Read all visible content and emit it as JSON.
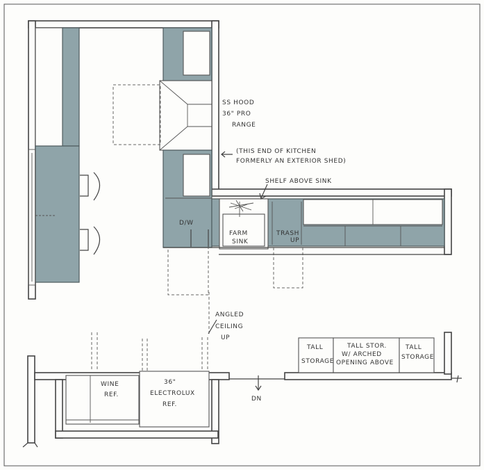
{
  "labels": {
    "hood_1": "SS HOOD",
    "hood_2": "36\" PRO",
    "hood_3": "RANGE",
    "note_1": "(THIS END OF KITCHEN",
    "note_2": "FORMERLY AN EXTERIOR SHED)",
    "shelf": "SHELF ABOVE SINK",
    "dw": "D/W",
    "sink_1": "FARM",
    "sink_2": "SINK",
    "trash_1": "TRASH",
    "trash_2": "UP",
    "angled_1": "ANGLED",
    "angled_2": "CEILING",
    "angled_3": "UP",
    "wine_1": "WINE",
    "wine_2": "REF.",
    "ref_1": "36\"",
    "ref_2": "ELECTROLUX",
    "ref_3": "REF.",
    "dn": "DN",
    "tall1_1": "TALL",
    "tall1_2": "STORAGE",
    "tall2_1": "TALL STOR.",
    "tall2_2": "W/ ARCHED",
    "tall2_3": "OPENING ABOVE",
    "tall3_1": "TALL",
    "tall3_2": "STORAGE"
  },
  "colors": {
    "counter": "#8fa4a9",
    "ink": "#444444",
    "paper": "#fdfdfb"
  }
}
